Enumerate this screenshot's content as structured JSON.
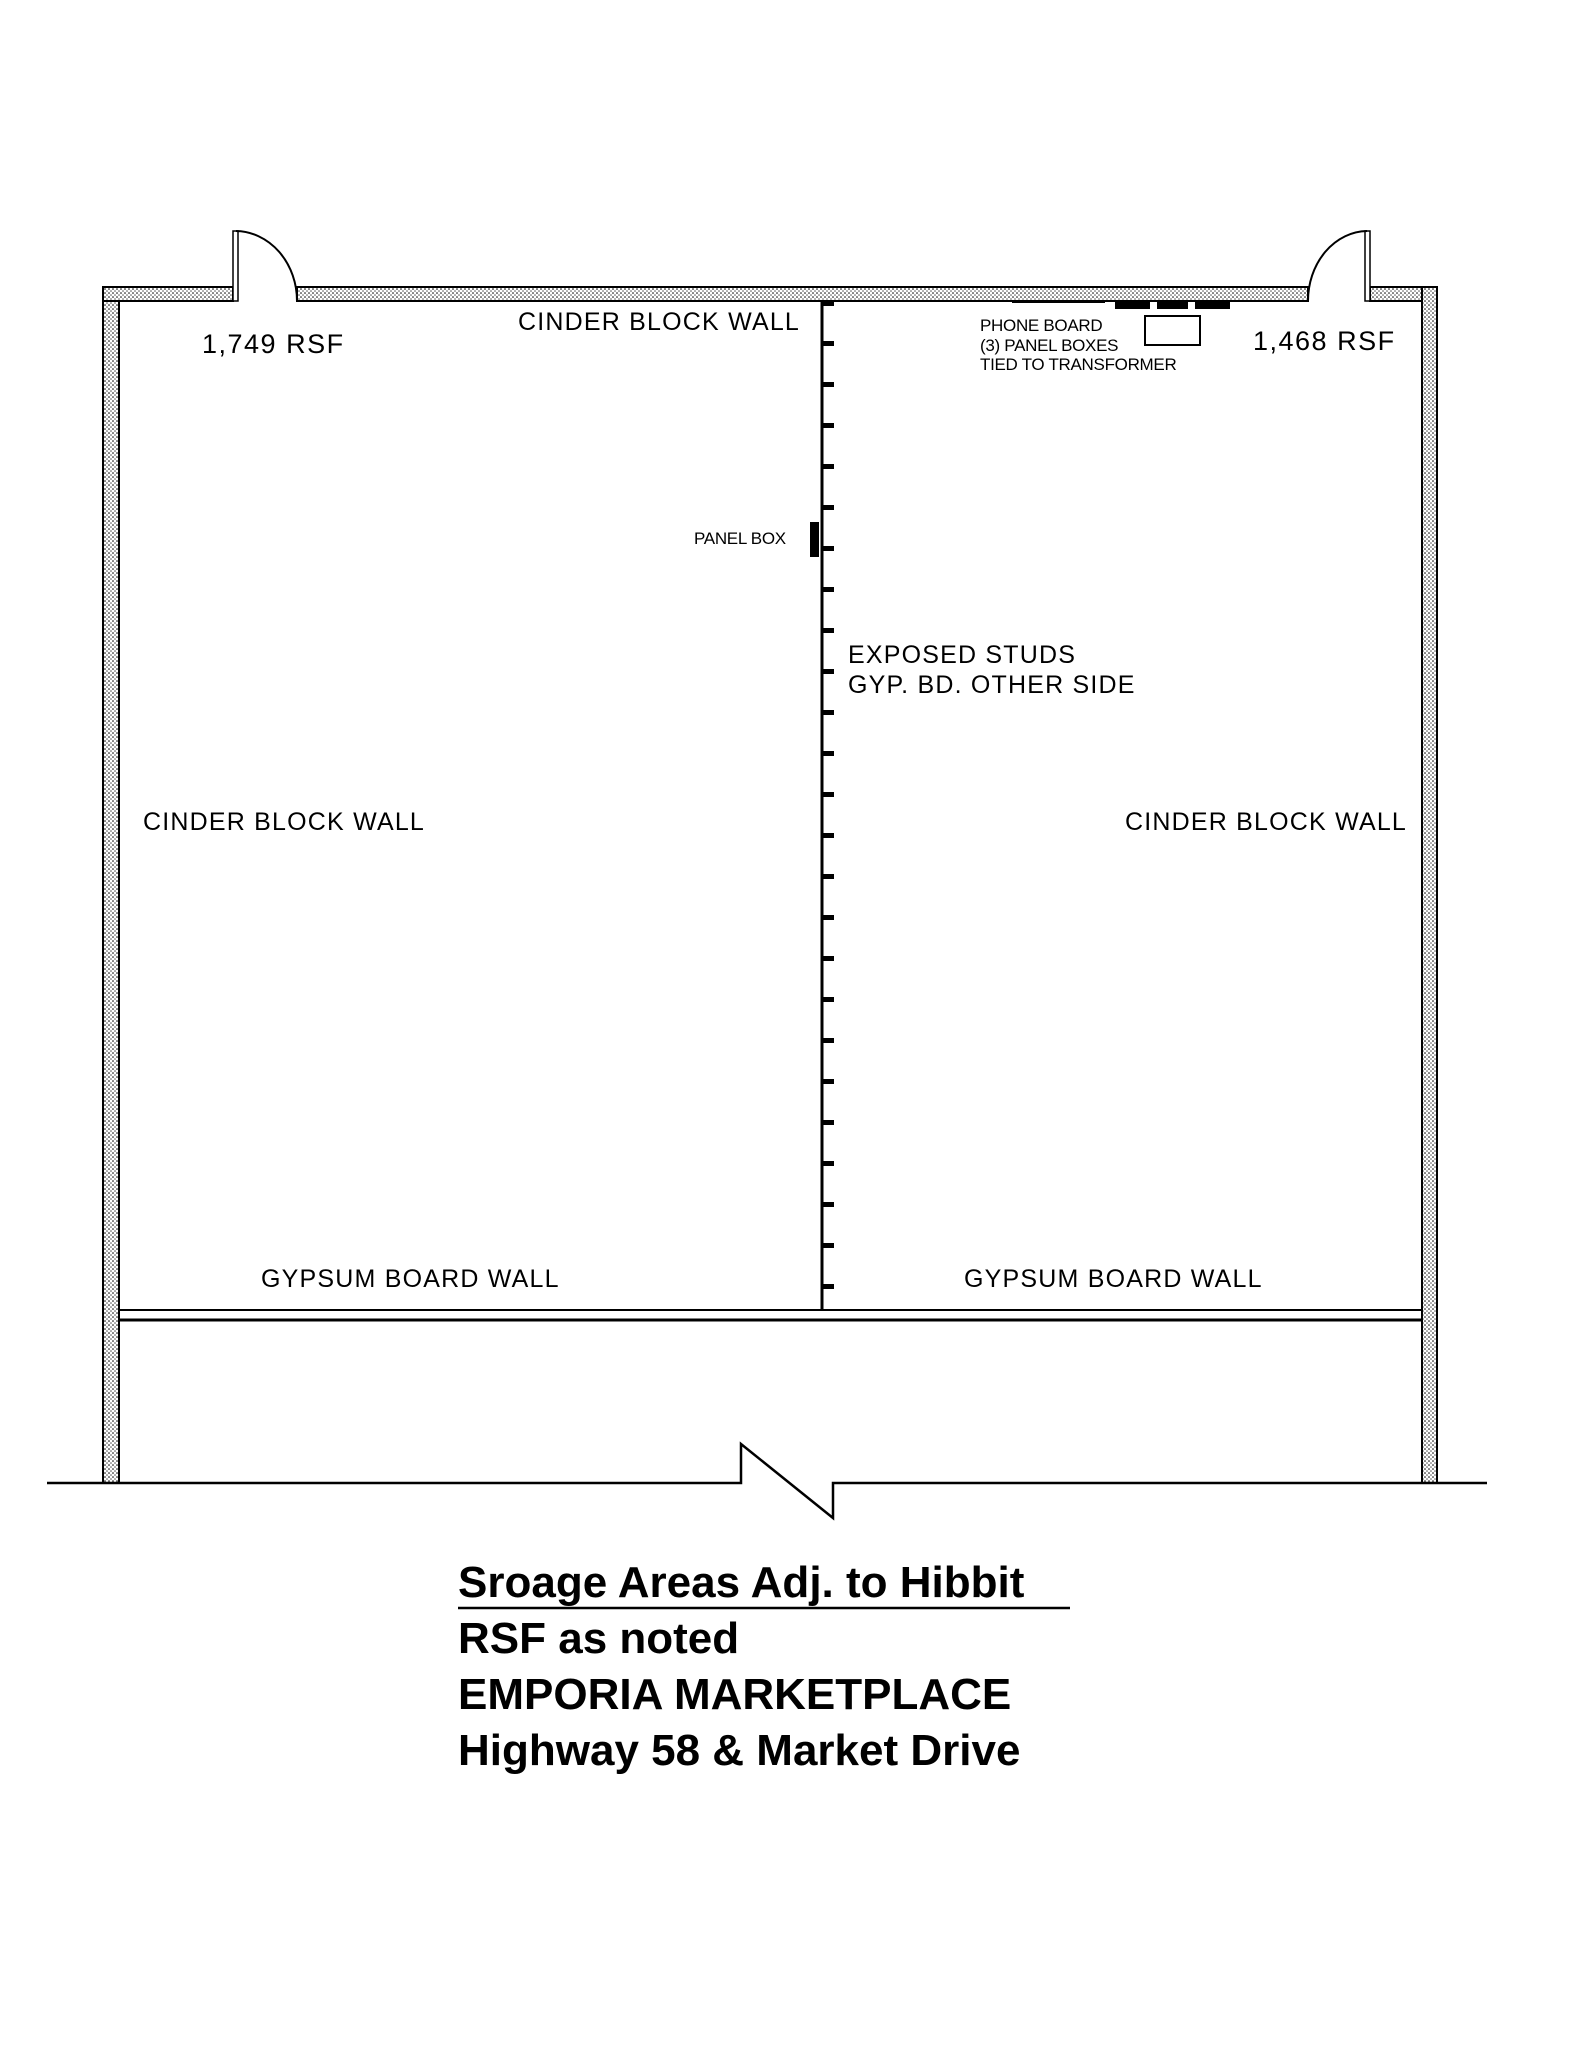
{
  "drawing": {
    "left_space": {
      "area_label": "1,749 RSF",
      "top_wall_label": "CINDER BLOCK WALL",
      "side_wall_label": "CINDER BLOCK WALL",
      "bottom_wall_label": "GYPSUM BOARD WALL",
      "panel_label": "PANEL BOX"
    },
    "right_space": {
      "area_label": "1,468 RSF",
      "utility_note": [
        "PHONE BOARD",
        "(3) PANEL BOXES",
        "TIED TO TRANSFORMER"
      ],
      "side_wall_label": "CINDER BLOCK WALL",
      "bottom_wall_label": "GYPSUM BOARD WALL"
    },
    "demising_wall": {
      "note_line1": "EXPOSED STUDS",
      "note_line2": "GYP. BD. OTHER SIDE"
    }
  },
  "title_block": {
    "line1": "Sroage Areas Adj. to Hibbit",
    "line2": "RSF as noted",
    "line3": "EMPORIA MARKETPLACE",
    "line4": "Highway 58 & Market Drive"
  },
  "colors": {
    "ink": "#000000",
    "paper": "#ffffff"
  }
}
